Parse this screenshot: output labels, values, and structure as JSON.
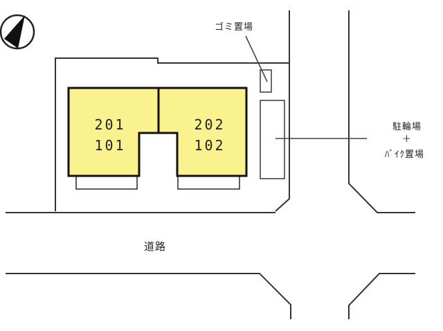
{
  "compass": {
    "icon": "north-arrow-icon"
  },
  "labels": {
    "garbage": "ゴミ置場",
    "bicycle_line1": "駐輪場",
    "bicycle_plus": "＋",
    "bicycle_line2": "ﾊﾞｲｸ置場",
    "road": "道路"
  },
  "buildings": [
    {
      "upper_unit": "201",
      "lower_unit": "101"
    },
    {
      "upper_unit": "202",
      "lower_unit": "102"
    }
  ],
  "colors": {
    "building_fill": "#faf28e",
    "outline": "#333333"
  }
}
